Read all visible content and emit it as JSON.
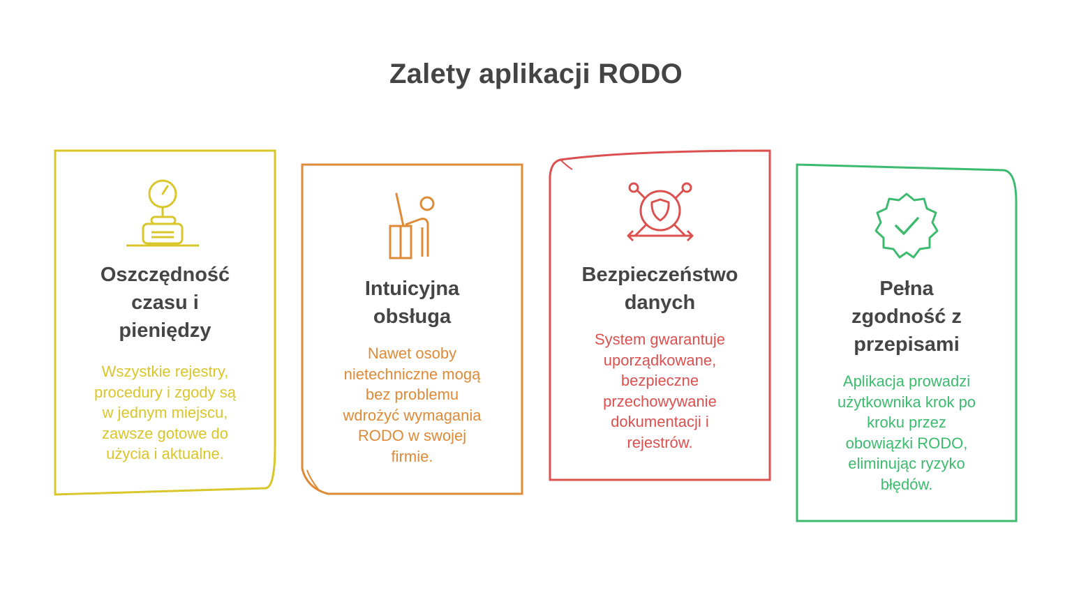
{
  "title": "Zalety aplikacji RODO",
  "colors": {
    "yellow": "#d9c62a",
    "orange": "#de8a36",
    "red": "#dc5050",
    "green": "#3cbb6e",
    "heading": "#454545"
  },
  "cards": [
    {
      "icon": "clock-weight-icon",
      "heading_lines": [
        "Oszczędność",
        "czasu i",
        "pieniędzy"
      ],
      "text_lines": [
        "Wszystkie rejestry,",
        "procedury i zgody są",
        "w jednym miejscu,",
        "zawsze gotowe do",
        "użycia i aktualne."
      ]
    },
    {
      "icon": "person-at-desk-icon",
      "heading_lines": [
        "Intuicyjna",
        "obsługa"
      ],
      "text_lines": [
        "Nawet osoby",
        "nietechniczne mogą",
        "bez problemu",
        "wdrożyć wymagania",
        "RODO w swojej",
        "firmie."
      ]
    },
    {
      "icon": "shield-network-icon",
      "heading_lines": [
        "Bezpieczeństwo",
        "danych"
      ],
      "text_lines": [
        "System gwarantuje",
        "uporządkowane,",
        "bezpieczne",
        "przechowywanie",
        "dokumentacji i",
        "rejestrów."
      ]
    },
    {
      "icon": "verified-badge-icon",
      "heading_lines": [
        "Pełna",
        "zgodność z",
        "przepisami"
      ],
      "text_lines": [
        "Aplikacja prowadzi",
        "użytkownika krok po",
        "kroku przez",
        "obowiązki RODO,",
        "eliminując ryzyko",
        "błędów."
      ]
    }
  ]
}
